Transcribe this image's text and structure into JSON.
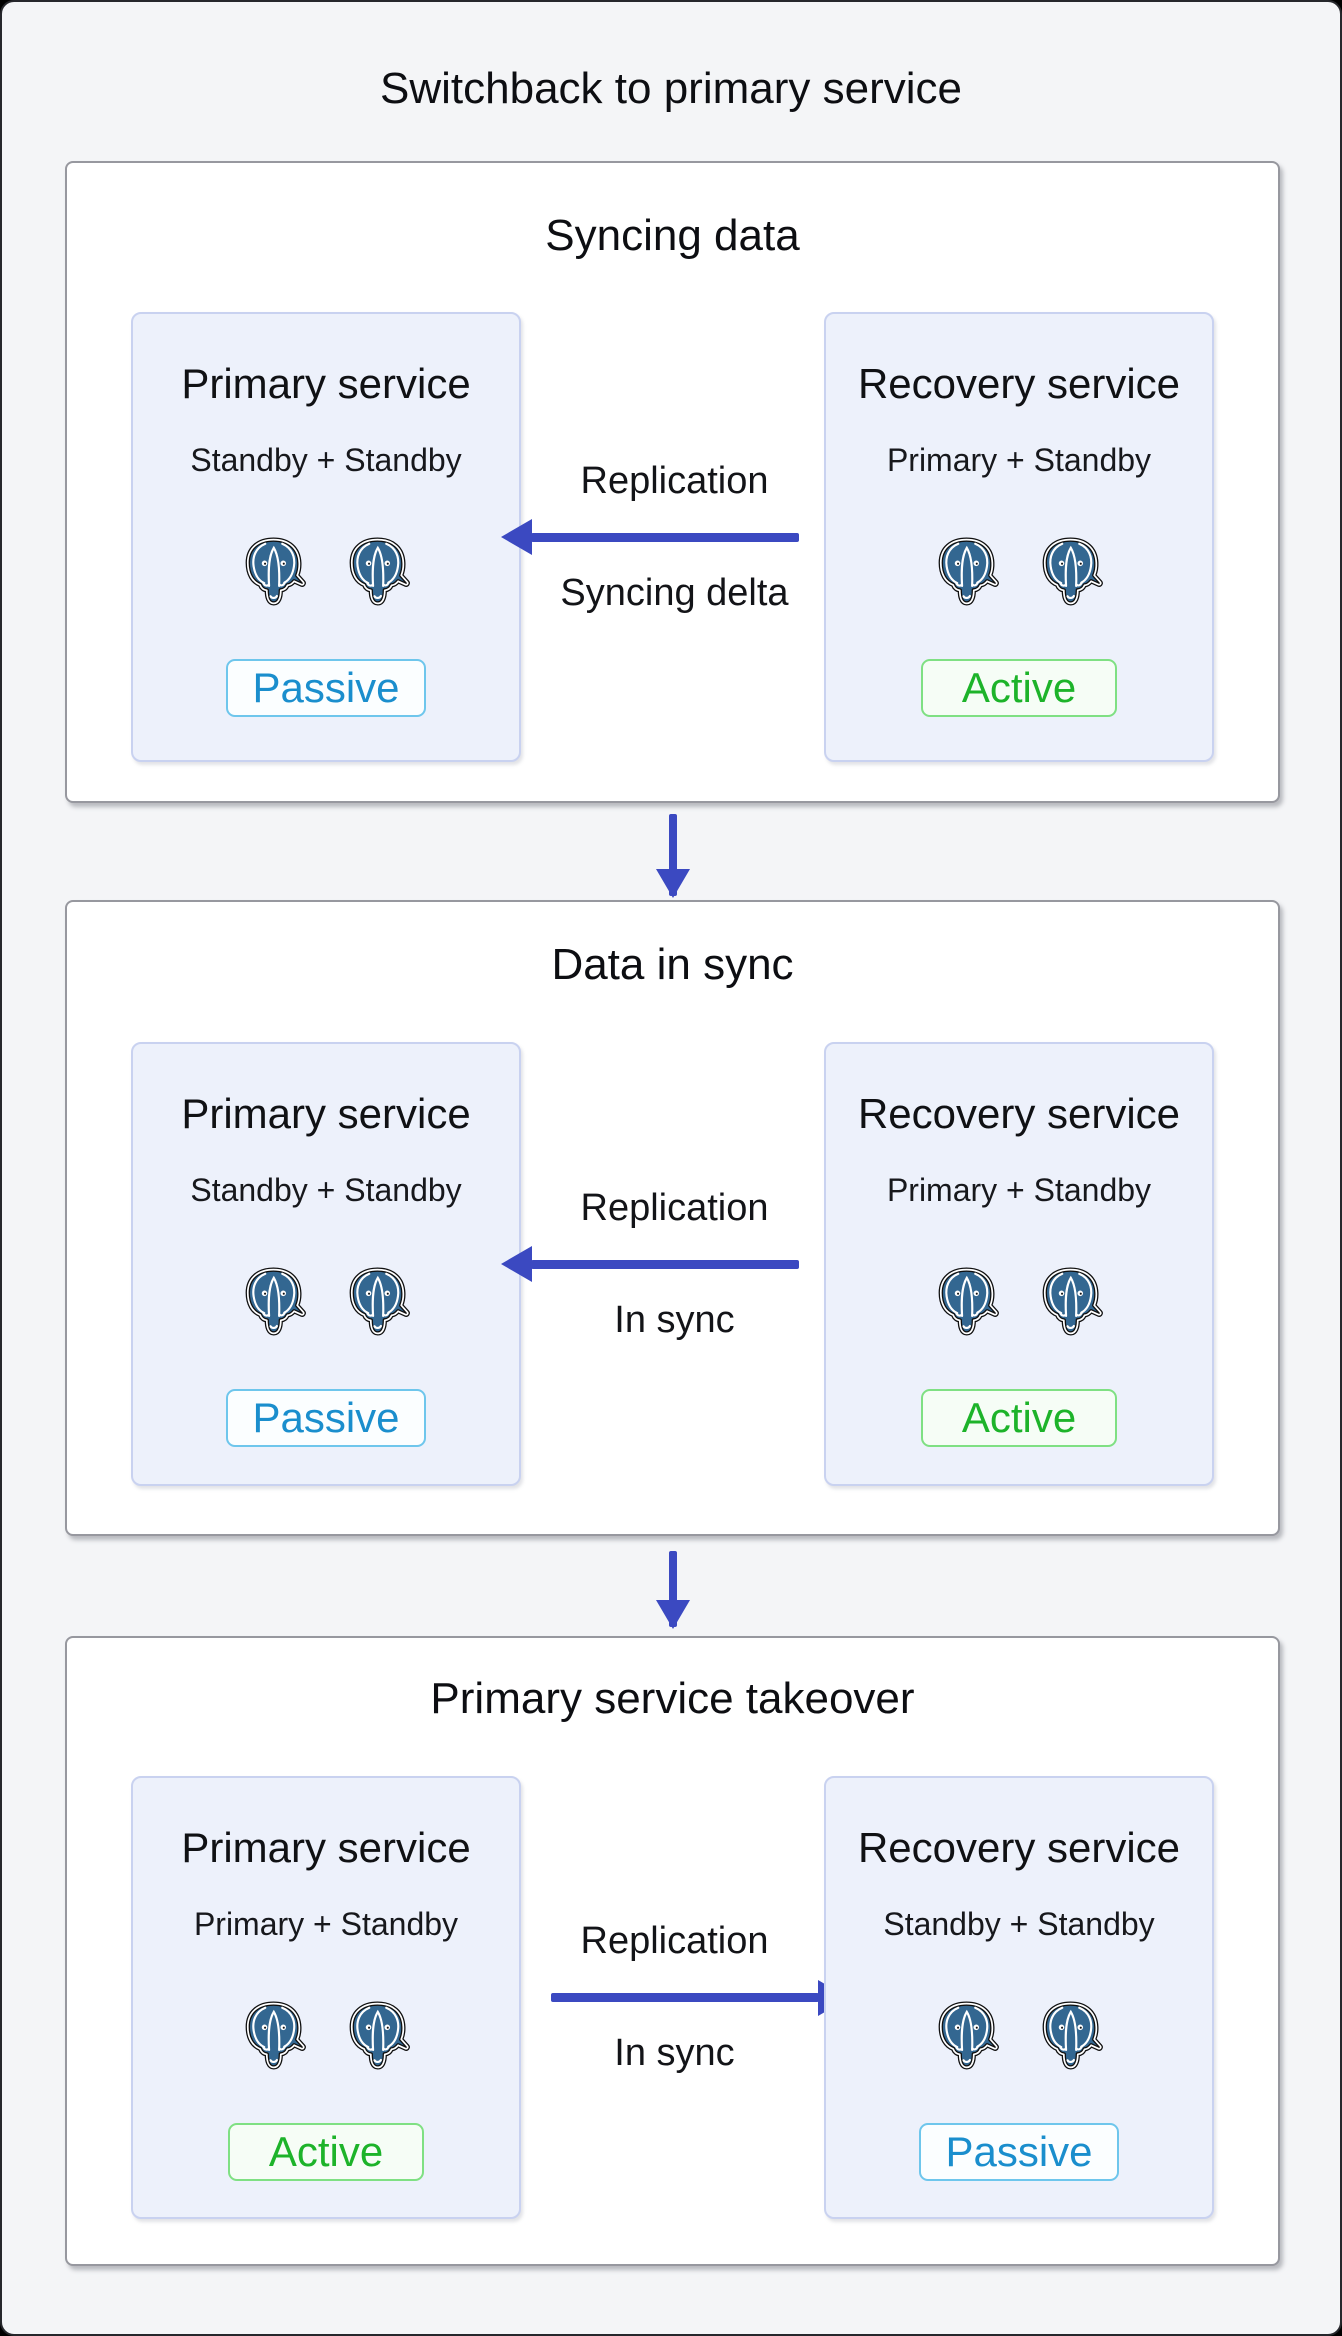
{
  "title": "Switchback to primary service",
  "colors": {
    "canvas_bg": "#f4f5f7",
    "panel_bg": "#ffffff",
    "panel_border": "#97989f",
    "service_box_bg": "#edf1fb",
    "service_box_border": "#c9d2f0",
    "arrow_blue": "#3b49c1",
    "passive_text": "#1a8ecd",
    "passive_border": "#6ec6ec",
    "active_text": "#1db32a",
    "active_border": "#7fe083",
    "postgres_blue": "#336791"
  },
  "stages": [
    {
      "title": "Syncing data",
      "left": {
        "title": "Primary service",
        "subtitle": "Standby + Standby",
        "badge": "Passive",
        "badge_type": "passive",
        "icon": "postgresql-elephant-icon",
        "icon_count": 2
      },
      "right": {
        "title": "Recovery service",
        "subtitle": "Primary + Standby",
        "badge": "Active",
        "badge_type": "active",
        "icon": "postgresql-elephant-icon",
        "icon_count": 2
      },
      "arrow": {
        "direction": "left",
        "label_top": "Replication",
        "label_bottom": "Syncing delta"
      }
    },
    {
      "title": "Data in sync",
      "left": {
        "title": "Primary service",
        "subtitle": "Standby + Standby",
        "badge": "Passive",
        "badge_type": "passive",
        "icon": "postgresql-elephant-icon",
        "icon_count": 2
      },
      "right": {
        "title": "Recovery service",
        "subtitle": "Primary + Standby",
        "badge": "Active",
        "badge_type": "active",
        "icon": "postgresql-elephant-icon",
        "icon_count": 2
      },
      "arrow": {
        "direction": "left",
        "label_top": "Replication",
        "label_bottom": "In sync"
      }
    },
    {
      "title": "Primary service takeover",
      "left": {
        "title": "Primary service",
        "subtitle": "Primary + Standby",
        "badge": "Active",
        "badge_type": "active",
        "icon": "postgresql-elephant-icon",
        "icon_count": 2
      },
      "right": {
        "title": "Recovery service",
        "subtitle": "Standby + Standby",
        "badge": "Passive",
        "badge_type": "passive",
        "icon": "postgresql-elephant-icon",
        "icon_count": 2
      },
      "arrow": {
        "direction": "right",
        "label_top": "Replication",
        "label_bottom": "In sync"
      }
    }
  ]
}
